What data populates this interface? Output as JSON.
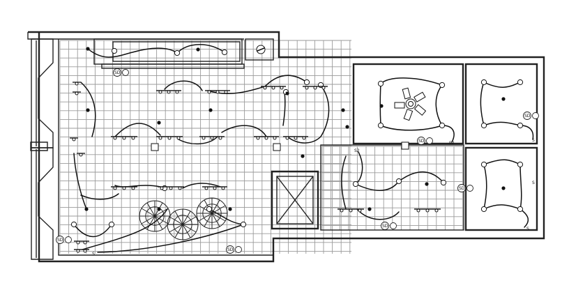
{
  "symbols": {
    "smoke_detector_label": "SD",
    "switch_label": "S",
    "switch2_label": "S2"
  },
  "colors": {
    "wall": "#222222",
    "tile_grid": "#9a9a9a",
    "wiring": "#111111",
    "background": "#ffffff"
  },
  "legend_icons": [
    "smoke-detector-icon",
    "ceiling-fan-icon",
    "light-fixture-icon",
    "switch-icon",
    "elevator-shaft-icon"
  ]
}
